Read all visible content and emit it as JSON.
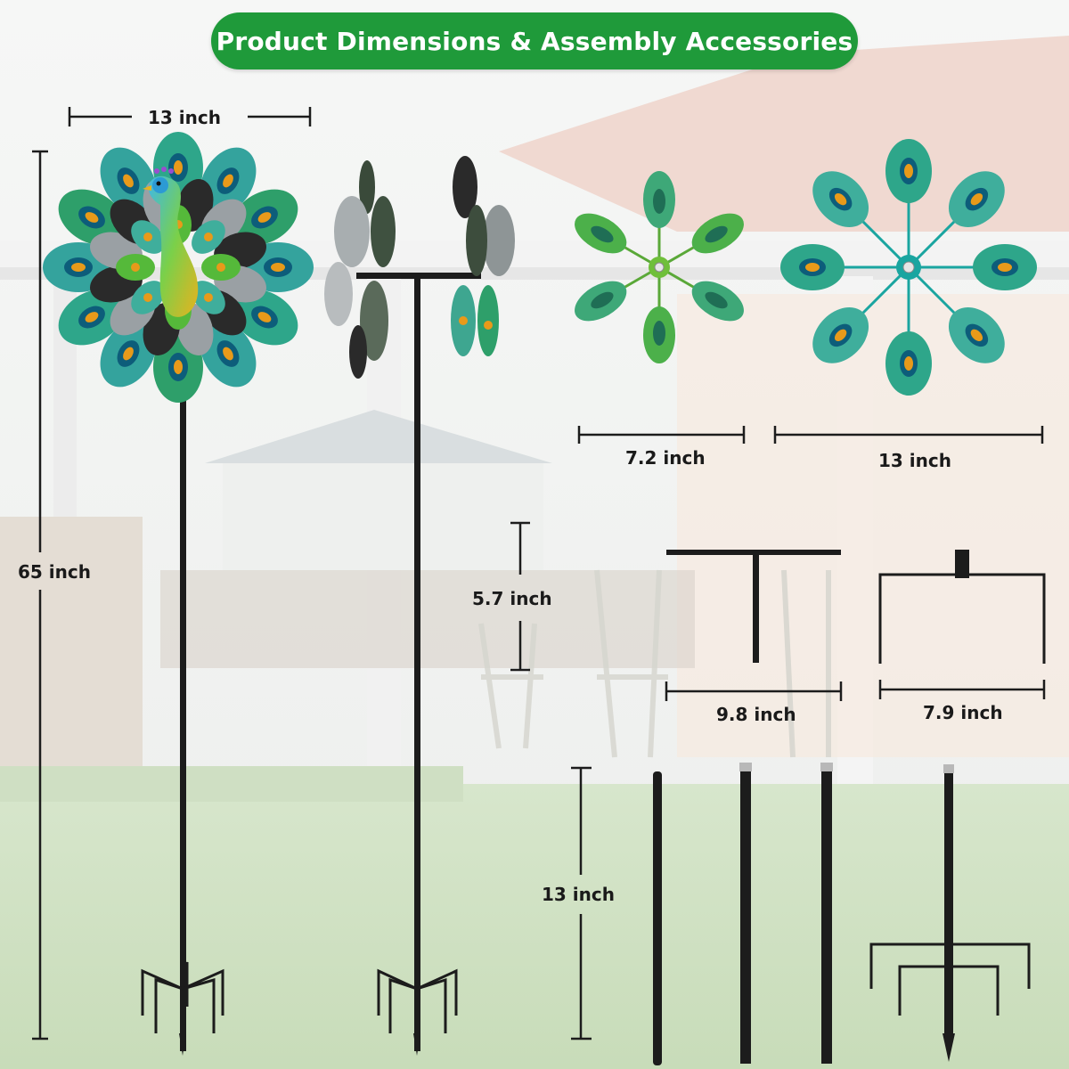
{
  "banner": {
    "title": "Product Dimensions & Assembly Accessories"
  },
  "dimensions": {
    "spinner_width": "13 inch",
    "total_height": "65 inch",
    "small_wheel_width": "7.2 inch",
    "large_wheel_width": "13 inch",
    "t_bar_height": "5.7 inch",
    "t_bar_width": "9.8 inch",
    "stake_base_width": "7.9 inch",
    "pole_section_length": "13 inch"
  },
  "colors": {
    "banner": "#1f9a3a",
    "peacock_teal": "#1aa5a0",
    "peacock_green": "#4caf2a",
    "peacock_amber": "#e89a1a",
    "metal": "#1c1c1c"
  },
  "icons": {
    "peacock_spinner": "peacock-wind-spinner-icon",
    "small_wheel": "small-peacock-wheel-icon",
    "large_wheel": "large-peacock-wheel-icon"
  }
}
